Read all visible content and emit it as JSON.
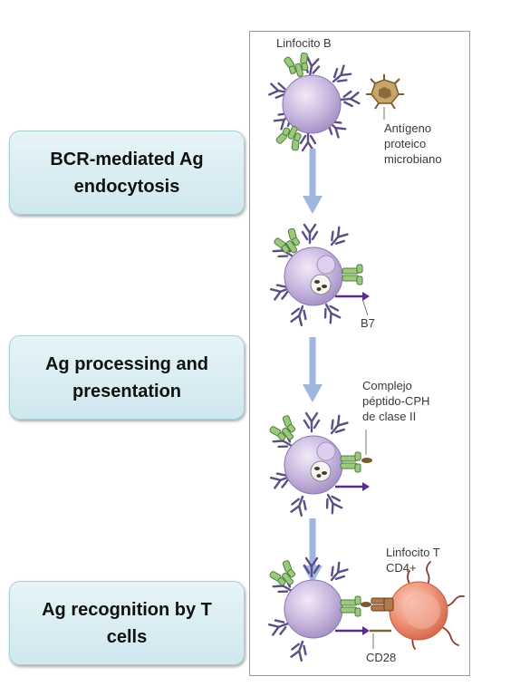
{
  "steps": [
    {
      "label": "BCR-mediated Ag endocytosis"
    },
    {
      "label": "Ag processing and presentation"
    },
    {
      "label": "Ag recognition by T cells"
    }
  ],
  "figure": {
    "b_cell_label": "Linfocito B",
    "antigen_label": [
      "Antígeno",
      "proteico",
      "microbiano"
    ],
    "b7_label": "B7",
    "complex_label": [
      "Complejo",
      "péptido-CPH",
      "de clase II"
    ],
    "t_cell_label": [
      "Linfocito T",
      "CD4+"
    ],
    "cd28_label": "CD28"
  },
  "colors": {
    "step_box": "#d9eef3",
    "cell_body": "#c9b8df",
    "bcr_receptor": "#8fbc6e",
    "arrow": "#9fb6e0",
    "t_cell": "#e8836a"
  }
}
